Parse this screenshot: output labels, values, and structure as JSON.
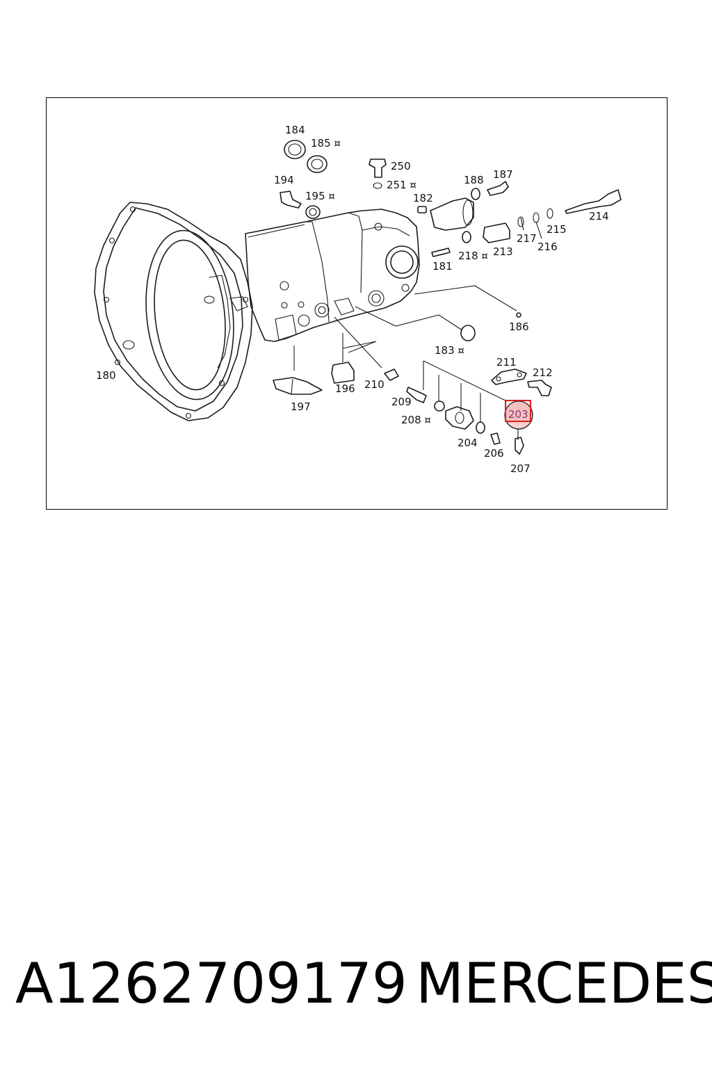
{
  "diagram": {
    "labels": {
      "p180": "180",
      "p181": "181",
      "p182": "182",
      "p183": "183 ¤",
      "p184": "184",
      "p185": "185 ¤",
      "p186": "186",
      "p187": "187",
      "p188": "188",
      "p194": "194",
      "p195": "195 ¤",
      "p196": "196",
      "p197": "197",
      "p203": "203",
      "p204": "204",
      "p206": "206",
      "p207": "207",
      "p208": "208 ¤",
      "p209": "209",
      "p210": "210",
      "p211": "211",
      "p212": "212",
      "p213": "213",
      "p214": "214",
      "p215": "215",
      "p216": "216",
      "p217": "217",
      "p218": "218 ¤",
      "p250": "250",
      "p251": "251 ¤"
    },
    "highlighted_part": "203",
    "highlight_color": "#d42020"
  },
  "footer": {
    "part_number": "A1262709179",
    "brand": "MERCEDES"
  }
}
